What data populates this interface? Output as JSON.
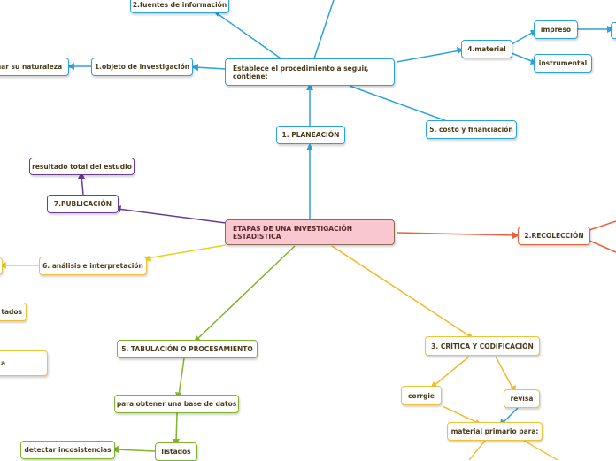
{
  "colors": {
    "blue": "#2aa3dc",
    "red": "#e8613c",
    "yellow": "#f2c232",
    "green": "#7fb52a",
    "purple": "#6e3a9a",
    "root_fill": "#f8c7cf"
  },
  "nodes": {
    "root": "ETAPAS DE UNA INVESTIGACIÓN ESTADISTICA",
    "planeacion": "1. PLANEACIÓN",
    "procedimiento": "Establece el procedimiento a seguir, contiene:",
    "fuentes": "2.fuentes de información",
    "objeto": "1.objeto de investigación",
    "naturaleza": "nar su naturaleza",
    "material": "4.material",
    "impreso": "impreso",
    "instrumental": "instrumental",
    "costo": "5. costo y financiación",
    "recoleccion": "2.RECOLECCIÓN",
    "publicacion": "7.PUBLICACIÓN",
    "resultado": "resultado total del estudio",
    "analisis": "6. análisis e interpretación",
    "left_fragment_1": "tados",
    "left_fragment_2": "a",
    "tabulacion": "5. TABULACIÓN O PROCESAMIENTO",
    "base_datos": "para obtener una base de datos",
    "listados": "listados",
    "inconsistencias": "detectar incosistencias",
    "critica": "3. CRÍTICA Y CODIFICACIÓN",
    "corrige": "corrgie",
    "revisa": "revisa",
    "material_primario": "material primario para:"
  }
}
